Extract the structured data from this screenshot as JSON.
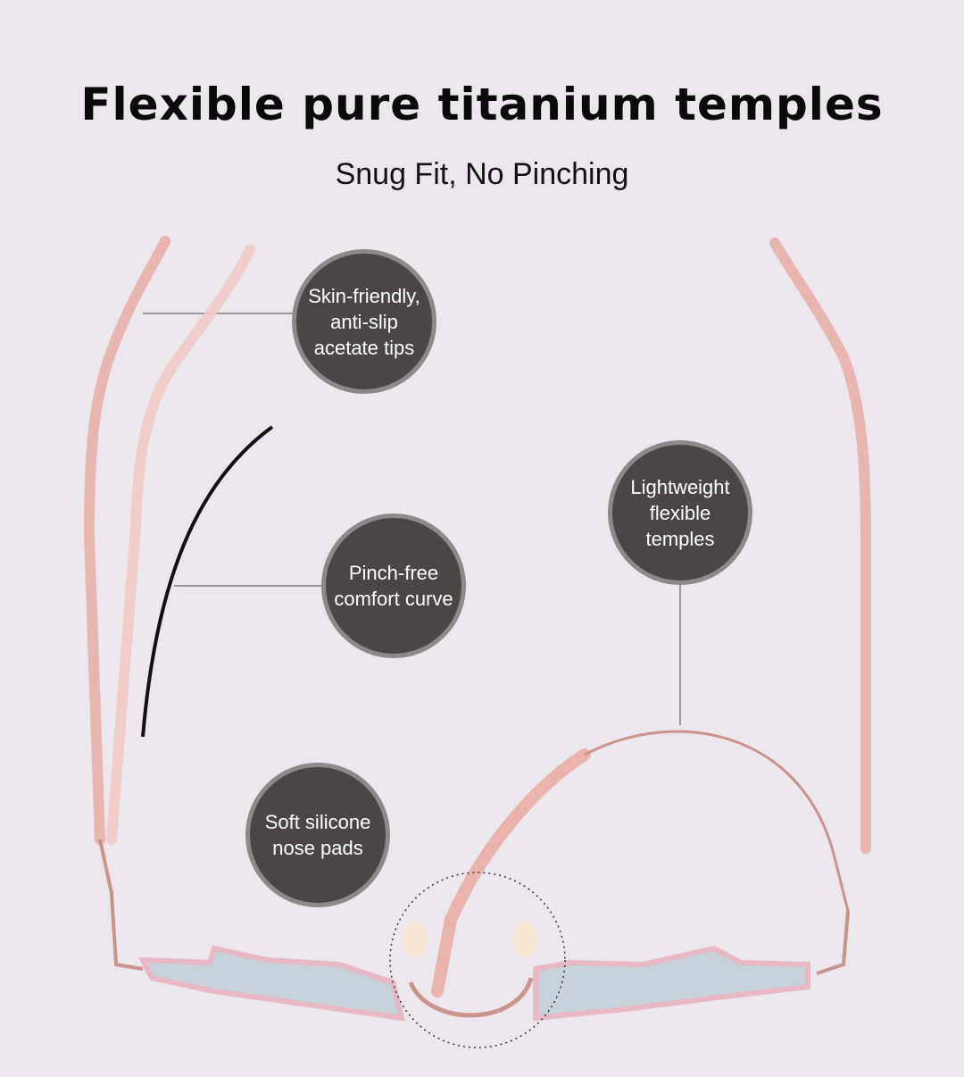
{
  "header": {
    "title": "Flexible pure titanium temples",
    "subtitle": "Snug Fit, No Pinching"
  },
  "callouts": [
    {
      "lines": [
        "Skin-friendly,",
        "anti-slip",
        "acetate tips"
      ]
    },
    {
      "lines": [
        "Pinch-free",
        "comfort curve"
      ]
    },
    {
      "lines": [
        "Lightweight",
        "flexible",
        "temples"
      ]
    },
    {
      "lines": [
        "Soft silicone",
        "nose pads"
      ]
    }
  ],
  "colors": {
    "background": "#ebe7ec",
    "bubble": "#4a4646",
    "bubble_border": "#8d8989",
    "frame": "#d9a3a0",
    "acetate": "#f2c2bf"
  }
}
